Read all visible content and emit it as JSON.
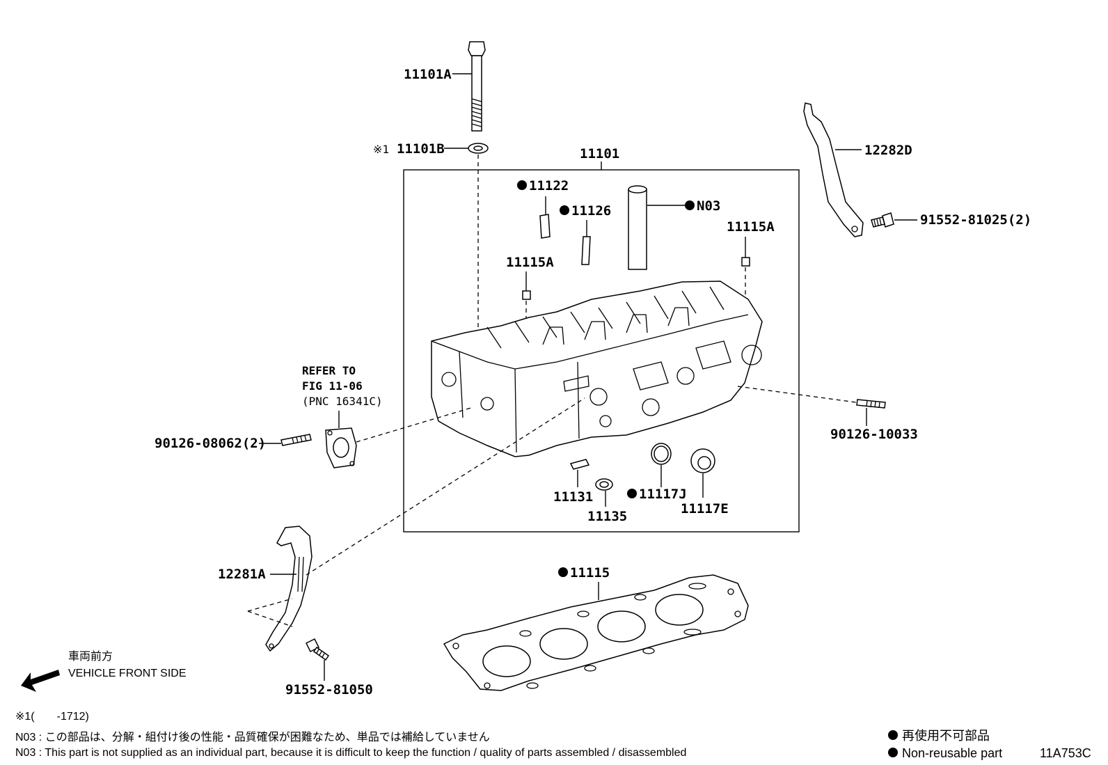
{
  "labels": {
    "p11101A": "11101A",
    "p11101B_mark": "※1",
    "p11101B": "11101B",
    "p11101": "11101",
    "p11122": "11122",
    "p11126": "11126",
    "pN03": "N03",
    "p11115A_right": "11115A",
    "p11115A_left": "11115A",
    "p12282D": "12282D",
    "p91552_81025": "91552-81025(2)",
    "p90126_08062": "90126-08062(2)",
    "p90126_10033": "90126-10033",
    "p11131": "11131",
    "p11135": "11135",
    "p11117J": "11117J",
    "p11117E": "11117E",
    "p12281A": "12281A",
    "p11115": "11115",
    "p91552_81050": "91552-81050"
  },
  "refer": {
    "line1": "REFER TO",
    "line2": "FIG 11-06",
    "line3": "(PNC 16341C)"
  },
  "direction": {
    "jp": "車両前方",
    "en": "VEHICLE FRONT SIDE"
  },
  "notes": {
    "mark": "※1(　　-1712)",
    "n03_jp": "N03 : この部品は、分解・組付け後の性能・品質確保が困難なため、単品では補給していません",
    "n03_en": "N03 : This part is not supplied as an individual part, because it is difficult to keep the function / quality of parts  assembled / disassembled"
  },
  "legend": {
    "jp": "再使用不可部品",
    "en": "Non-reusable part"
  },
  "figure_code": "11A753C"
}
